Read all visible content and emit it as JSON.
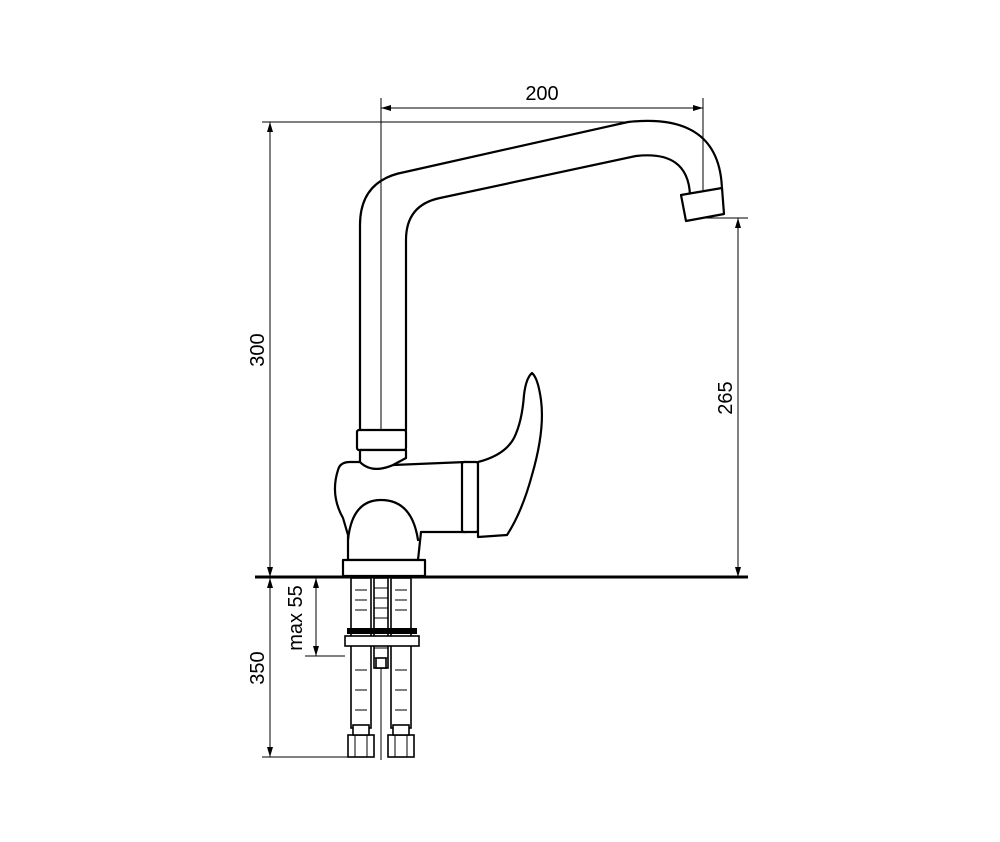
{
  "dimensions": {
    "spout_reach": "200",
    "total_height": "300",
    "outlet_height": "265",
    "hose_length": "350",
    "max_deck_thickness": "max 55"
  },
  "colors": {
    "line": "#000000",
    "background": "#ffffff"
  }
}
